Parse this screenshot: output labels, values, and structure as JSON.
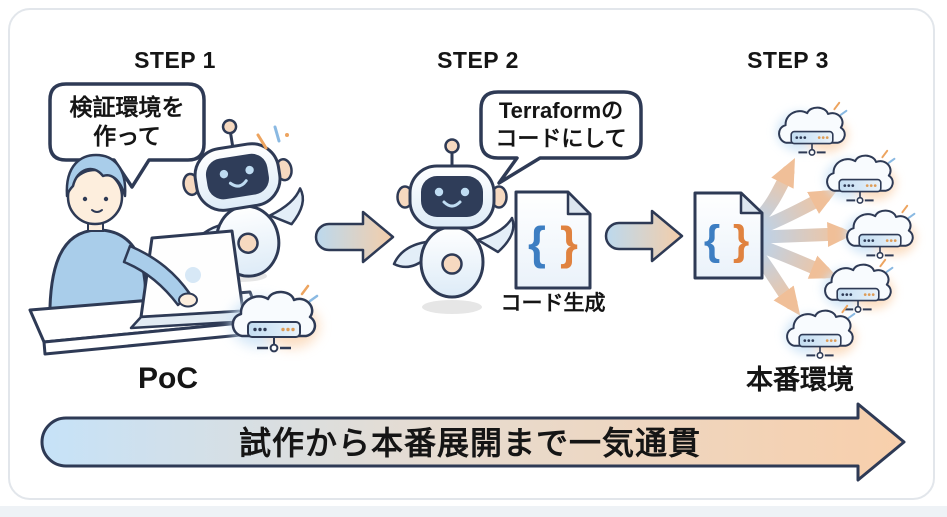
{
  "steps": [
    {
      "label": "STEP 1",
      "speech_bubble": {
        "line1": "検証環境を",
        "line2": "作って"
      },
      "caption": "PoC"
    },
    {
      "label": "STEP 2",
      "speech_bubble": {
        "line1": "Terraformの",
        "line2": "コードにして"
      },
      "caption": "コード生成"
    },
    {
      "label": "STEP 3",
      "caption": "本番環境"
    }
  ],
  "code_file": {
    "left_brace": "{",
    "right_brace": "}"
  },
  "bottom_arrow": {
    "label": "試作から本番展開まで一気通貫"
  },
  "icons": {
    "robot-icon": "friendly AI robot assistant",
    "person-laptop-icon": "developer typing on a laptop at a desk",
    "cloud-server-icon": "cloud with server rack and network node",
    "code-file-icon": "document with curly braces",
    "step-arrow-icon": "block arrow pointing right",
    "fan-arrow-icon": "arrows fanning out to multiple clouds",
    "sparkle-icon": "emphasis sparkle lines"
  },
  "colors": {
    "outline_navy": "#2e3a55",
    "robot_face": "#2f3d59",
    "accent_blue": "#a9cdea",
    "light_blue": "#d6e8f6",
    "peach": "#f6d2b0",
    "brace_blue": "#3d7ec2",
    "brace_orange": "#e0823f",
    "arrow_blue": "#c6e2f8",
    "arrow_peach": "#f8cfab",
    "card_border": "#e2e6eb"
  }
}
